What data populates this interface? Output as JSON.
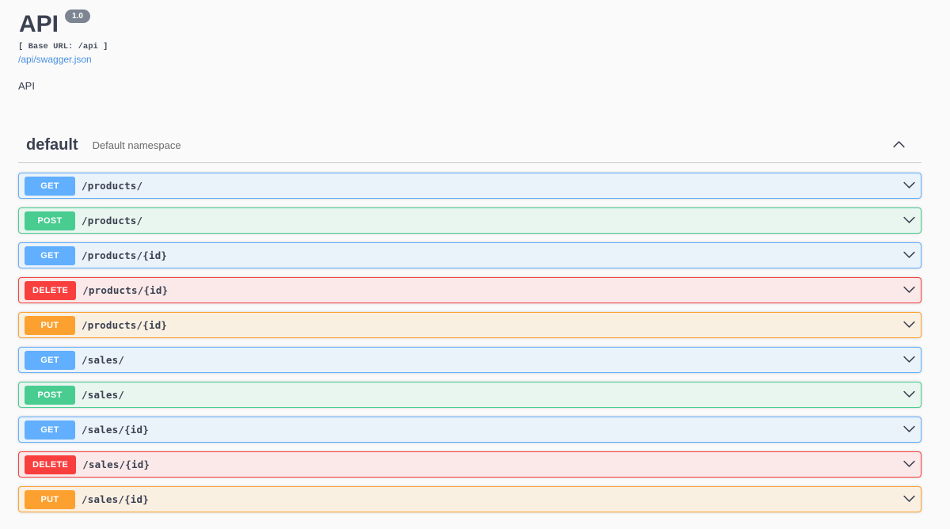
{
  "header": {
    "title": "API",
    "version_badge": "1.0",
    "base_url_label": "[ Base URL: /api ]",
    "spec_link": "/api/swagger.json",
    "description": "API"
  },
  "section": {
    "name": "default",
    "description": "Default namespace",
    "expanded": true
  },
  "endpoints": [
    {
      "method": "GET",
      "path": "/products/"
    },
    {
      "method": "POST",
      "path": "/products/"
    },
    {
      "method": "GET",
      "path": "/products/{id}"
    },
    {
      "method": "DELETE",
      "path": "/products/{id}"
    },
    {
      "method": "PUT",
      "path": "/products/{id}"
    },
    {
      "method": "GET",
      "path": "/sales/"
    },
    {
      "method": "POST",
      "path": "/sales/"
    },
    {
      "method": "GET",
      "path": "/sales/{id}"
    },
    {
      "method": "DELETE",
      "path": "/sales/{id}"
    },
    {
      "method": "PUT",
      "path": "/sales/{id}"
    }
  ],
  "colors": {
    "get": "#61affe",
    "post": "#49cc90",
    "delete": "#f93e3e",
    "put": "#fca130",
    "link": "#4990e2",
    "text": "#3b4151",
    "version_badge_bg": "#7d8492",
    "page_bg": "#fafafa"
  },
  "icons": {
    "section_arrow": "chevron-up-icon",
    "row_arrow": "chevron-down-icon"
  }
}
